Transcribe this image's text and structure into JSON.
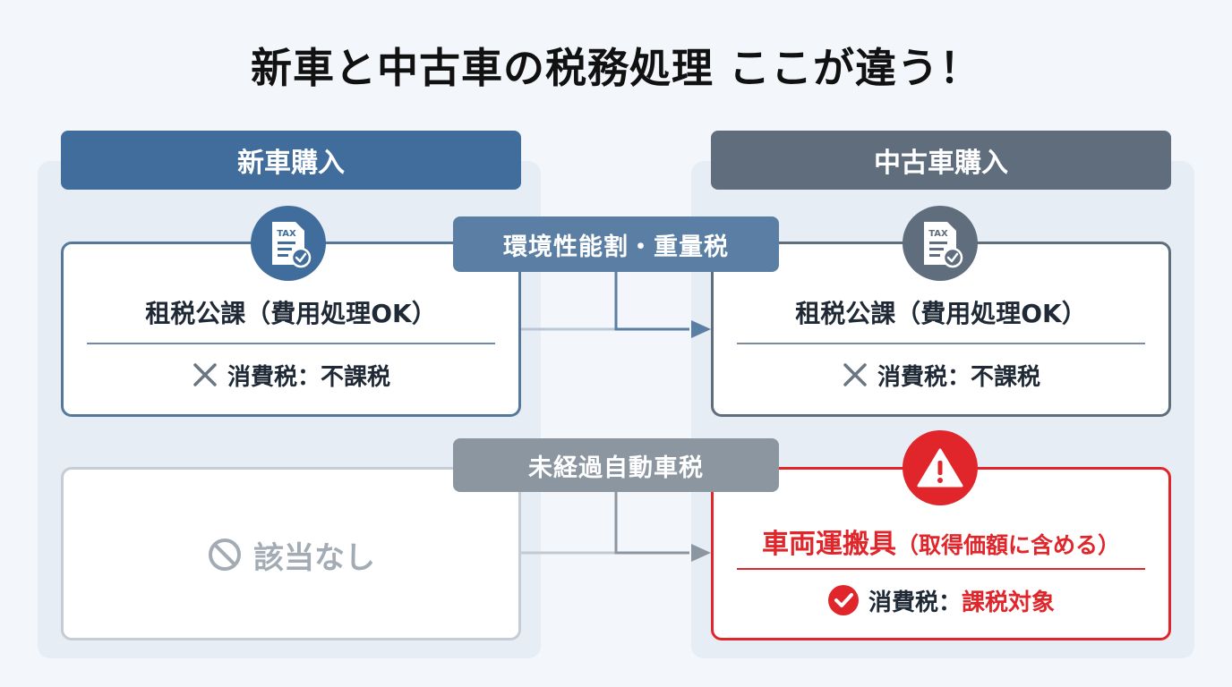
{
  "title": "新車と中古車の税務処理 ここが違う！",
  "new_car": {
    "header": "新車購入",
    "card1": {
      "icon": "tax-document-icon",
      "icon_text": "TAX",
      "title": "租税公課（費用処理OK）",
      "consumption_tax": "消費税：不課税"
    },
    "card2": {
      "icon": "prohibited-icon",
      "text": "該当なし"
    }
  },
  "used_car": {
    "header": "中古車購入",
    "card1": {
      "icon": "tax-document-icon",
      "icon_text": "TAX",
      "title": "租税公課（費用処理OK）",
      "consumption_tax": "消費税：不課税"
    },
    "card2": {
      "icon": "warning-icon",
      "title_main": "車両運搬具",
      "title_note": "（取得価額に含める）",
      "consumption_label": "消費税：",
      "consumption_value": "課税対象"
    }
  },
  "taxes": {
    "environment": "環境性能割・重量税",
    "unexpired": "未経過自動車税"
  },
  "colors": {
    "new_header": "#416d9c",
    "used_header": "#5f6d7d",
    "pill_blue": "#5b7fa4",
    "pill_gray": "#8c96a0",
    "alert_red": "#e0262b"
  }
}
